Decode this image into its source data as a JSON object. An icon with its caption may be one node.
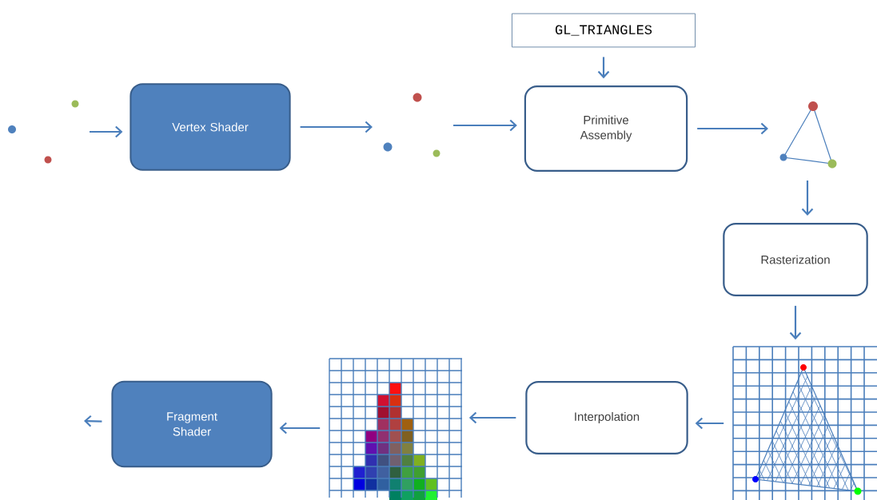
{
  "diagram": {
    "nodes": [
      {
        "text": [],
        "shape": "picture"
      },
      {
        "text": [
          "Vertex Shader"
        ]
      },
      {
        "text": [],
        "shape": "picture"
      },
      {
        "text": [
          "Primitive Assembly"
        ]
      },
      {
        "text": [
          "GL_TRIANGLES"
        ]
      },
      {
        "text": [],
        "shape": "picture"
      },
      {
        "text": [
          "Rasterization"
        ]
      },
      {
        "text": [],
        "shape": "picture"
      },
      {
        "text": [
          "Interpolation"
        ]
      },
      {
        "text": [],
        "shape": "picture"
      },
      {
        "text": [
          "Fragment Shader"
        ]
      }
    ],
    "edges": [
      {
        "from": 0,
        "to": 1,
        "arrow": "to"
      },
      {
        "from": 1,
        "to": 2,
        "arrow": "to"
      },
      {
        "from": 2,
        "to": 3,
        "arrow": "to"
      },
      {
        "from": 4,
        "to": 3,
        "arrow": "to"
      },
      {
        "from": 3,
        "to": 5,
        "arrow": "to"
      },
      {
        "from": 5,
        "to": 6,
        "arrow": "to"
      },
      {
        "from": 6,
        "to": 7,
        "arrow": "to"
      },
      {
        "from": 7,
        "to": 8,
        "arrow": "to"
      },
      {
        "from": 8,
        "to": 9,
        "arrow": "to"
      },
      {
        "from": 9,
        "to": 10,
        "arrow": "to"
      },
      {
        "from": 10,
        "to": null,
        "arrow": "to"
      }
    ]
  }
}
